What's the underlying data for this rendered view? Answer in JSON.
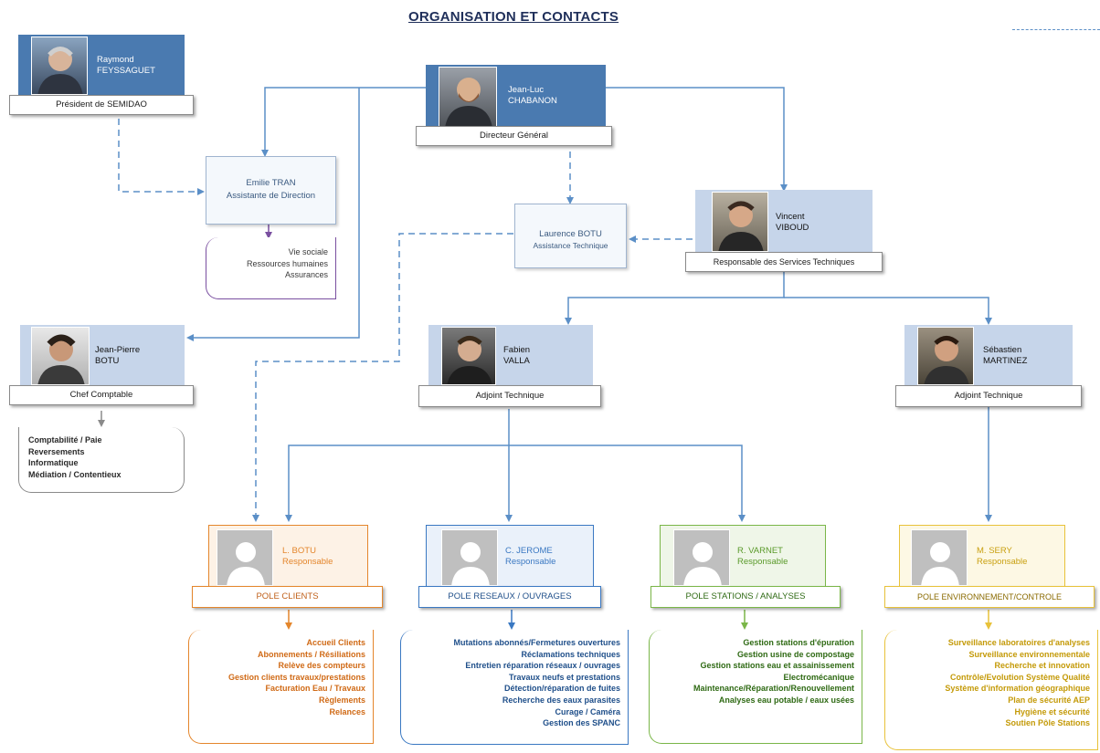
{
  "title": "ORGANISATION ET CONTACTS",
  "colors": {
    "dark_blue": "#4a7ab0",
    "light_blue": "#c6d5ea",
    "arrow": "#5b8fc7",
    "orange": "#e4862c",
    "blue": "#3a78c2",
    "green": "#7ab648",
    "yellow": "#e8c23a",
    "purple": "#7a4fa0"
  },
  "people": {
    "president": {
      "first": "Raymond",
      "last": "FEYSSAGUET",
      "role": "Président de SEMIDAO"
    },
    "director": {
      "first": "Jean-Luc",
      "last": "CHABANON",
      "role": "Directeur Général"
    },
    "tech_head": {
      "first": "Vincent",
      "last": "VIBOUD",
      "role": "Responsable des Services Techniques"
    },
    "accountant": {
      "first": "Jean-Pierre",
      "last": "BOTU",
      "role": "Chef Comptable"
    },
    "adjoint1": {
      "first": "Fabien",
      "last": "VALLA",
      "role": "Adjoint Technique"
    },
    "adjoint2": {
      "first": "Sébastien",
      "last": "MARTINEZ",
      "role": "Adjoint Technique"
    }
  },
  "assistant_direction": {
    "name": "Emilie TRAN",
    "role": "Assistante de Direction"
  },
  "assistant_tech": {
    "name": "Laurence BOTU",
    "role": "Assistance Technique"
  },
  "assistant_direction_tasks": [
    "Vie sociale",
    "Ressources humaines",
    "Assurances"
  ],
  "accountant_tasks": [
    "Comptabilité / Paie",
    "Reversements",
    "Informatique",
    "Médiation / Contentieux"
  ],
  "poles": [
    {
      "name": "L. BOTU",
      "role": "Responsable",
      "pole": "POLE CLIENTS",
      "tasks": [
        "Accueil Clients",
        "Abonnements / Résiliations",
        "Relève des compteurs",
        "Gestion clients travaux/prestations",
        "Facturation Eau / Travaux",
        "Règlements",
        "Relances"
      ]
    },
    {
      "name": "C. JEROME",
      "role": "Responsable",
      "pole": "POLE RESEAUX / OUVRAGES",
      "tasks": [
        "Mutations abonnés/Fermetures ouvertures",
        "Réclamations techniques",
        "Entretien réparation réseaux / ouvrages",
        "Travaux neufs et prestations",
        "Détection/réparation de fuites",
        "Recherche des eaux parasites",
        "Curage / Caméra",
        "Gestion des SPANC"
      ]
    },
    {
      "name": "R. VARNET",
      "role": "Responsable",
      "pole": "POLE STATIONS / ANALYSES",
      "tasks": [
        "Gestion stations d'épuration",
        "Gestion usine de compostage",
        "Gestion stations eau et assainissement",
        "Electromécanique",
        "Maintenance/Réparation/Renouvellement",
        "Analyses eau potable / eaux usées"
      ]
    },
    {
      "name": "M. SERY",
      "role": "Responsable",
      "pole": "POLE ENVIRONNEMENT/CONTROLE",
      "tasks": [
        "Surveillance laboratoires d'analyses",
        "Surveillance environnementale",
        "Recherche et innovation",
        "Contrôle/Evolution Système Qualité",
        "Système d'information géographique",
        "Plan de sécurité AEP",
        "Hygiène et sécurité",
        "Soutien Pôle Stations"
      ]
    }
  ]
}
